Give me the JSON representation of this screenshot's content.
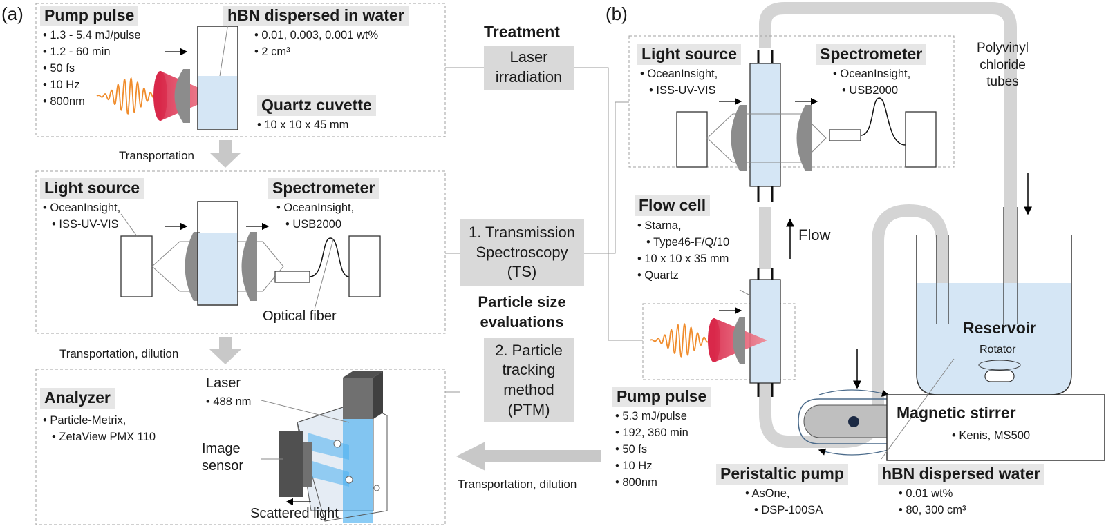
{
  "panel_a": {
    "label": "(a)",
    "pump_pulse": {
      "title": "Pump pulse",
      "items": [
        "1.3 - 5.4 mJ/pulse",
        "1.2 - 60 min",
        "50 fs",
        "10 Hz",
        "800nm"
      ]
    },
    "hbn": {
      "title": "hBN dispersed in water",
      "items": [
        "0.01, 0.003, 0.001 wt%",
        "2 cm³"
      ]
    },
    "cuvette": {
      "title": "Quartz cuvette",
      "items": [
        "10 x 10 x 45 mm"
      ]
    },
    "transport1": "Transportation",
    "light_source": {
      "title": "Light source",
      "items": [
        "OceanInsight,",
        "ISS-UV-VIS"
      ]
    },
    "spectrometer": {
      "title": "Spectrometer",
      "items": [
        "OceanInsight,",
        "USB2000"
      ]
    },
    "optical_fiber": "Optical fiber",
    "transport2": "Transportation, dilution",
    "analyzer": {
      "title": "Analyzer",
      "items": [
        "Particle-Metrix,",
        "ZetaView PMX 110"
      ]
    },
    "laser": {
      "title": "Laser",
      "items": [
        "488 nm"
      ]
    },
    "image_sensor": [
      "Image",
      "sensor"
    ],
    "scattered_light": "Scattered light"
  },
  "middle": {
    "treatment": "Treatment",
    "laser_irradiation": [
      "Laser",
      "irradiation"
    ],
    "ts": [
      "1. Transmission",
      "Spectroscopy",
      "(TS)"
    ],
    "particle_size": [
      "Particle size",
      "evaluations"
    ],
    "ptm": [
      "2. Particle",
      "tracking",
      "method",
      "(PTM)"
    ],
    "transport": "Transportation, dilution"
  },
  "panel_b": {
    "label": "(b)",
    "light_source": {
      "title": "Light source",
      "items": [
        "OceanInsight,",
        "ISS-UV-VIS"
      ]
    },
    "spectrometer": {
      "title": "Spectrometer",
      "items": [
        "OceanInsight,",
        "USB2000"
      ]
    },
    "pvc": [
      "Polyvinyl",
      "chloride",
      "tubes"
    ],
    "flow_cell": {
      "title": "Flow cell",
      "items": [
        "Starna,",
        "Type46-F/Q/10",
        "10 x 10 x 35 mm",
        "Quartz"
      ]
    },
    "flow": "Flow",
    "reservoir": "Reservoir",
    "rotator": "Rotator",
    "stirrer": {
      "title": "Magnetic stirrer",
      "items": [
        "Kenis, MS500"
      ]
    },
    "pump_pulse": {
      "title": "Pump pulse",
      "items": [
        "5.3 mJ/pulse",
        "192, 360 min",
        "50 fs",
        "10 Hz",
        "800nm"
      ]
    },
    "peristaltic": {
      "title": "Peristaltic pump",
      "items": [
        "AsOne,",
        "DSP-100SA"
      ]
    },
    "hbn": {
      "title": "hBN dispersed water",
      "items": [
        "0.01 wt%",
        "80, 300 cm³"
      ]
    }
  }
}
